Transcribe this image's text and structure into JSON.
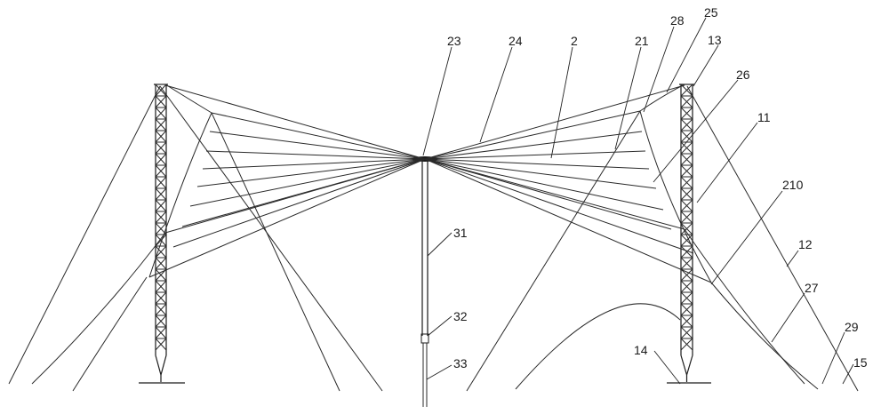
{
  "labels": {
    "l23": "23",
    "l24": "24",
    "l2": "2",
    "l21": "21",
    "l28": "28",
    "l25": "25",
    "l13": "13",
    "l26": "26",
    "l11": "11",
    "l210": "210",
    "l12": "12",
    "l27": "27",
    "l29": "29",
    "l15": "15",
    "l14": "14",
    "l31": "31",
    "l32": "32",
    "l33": "33"
  }
}
